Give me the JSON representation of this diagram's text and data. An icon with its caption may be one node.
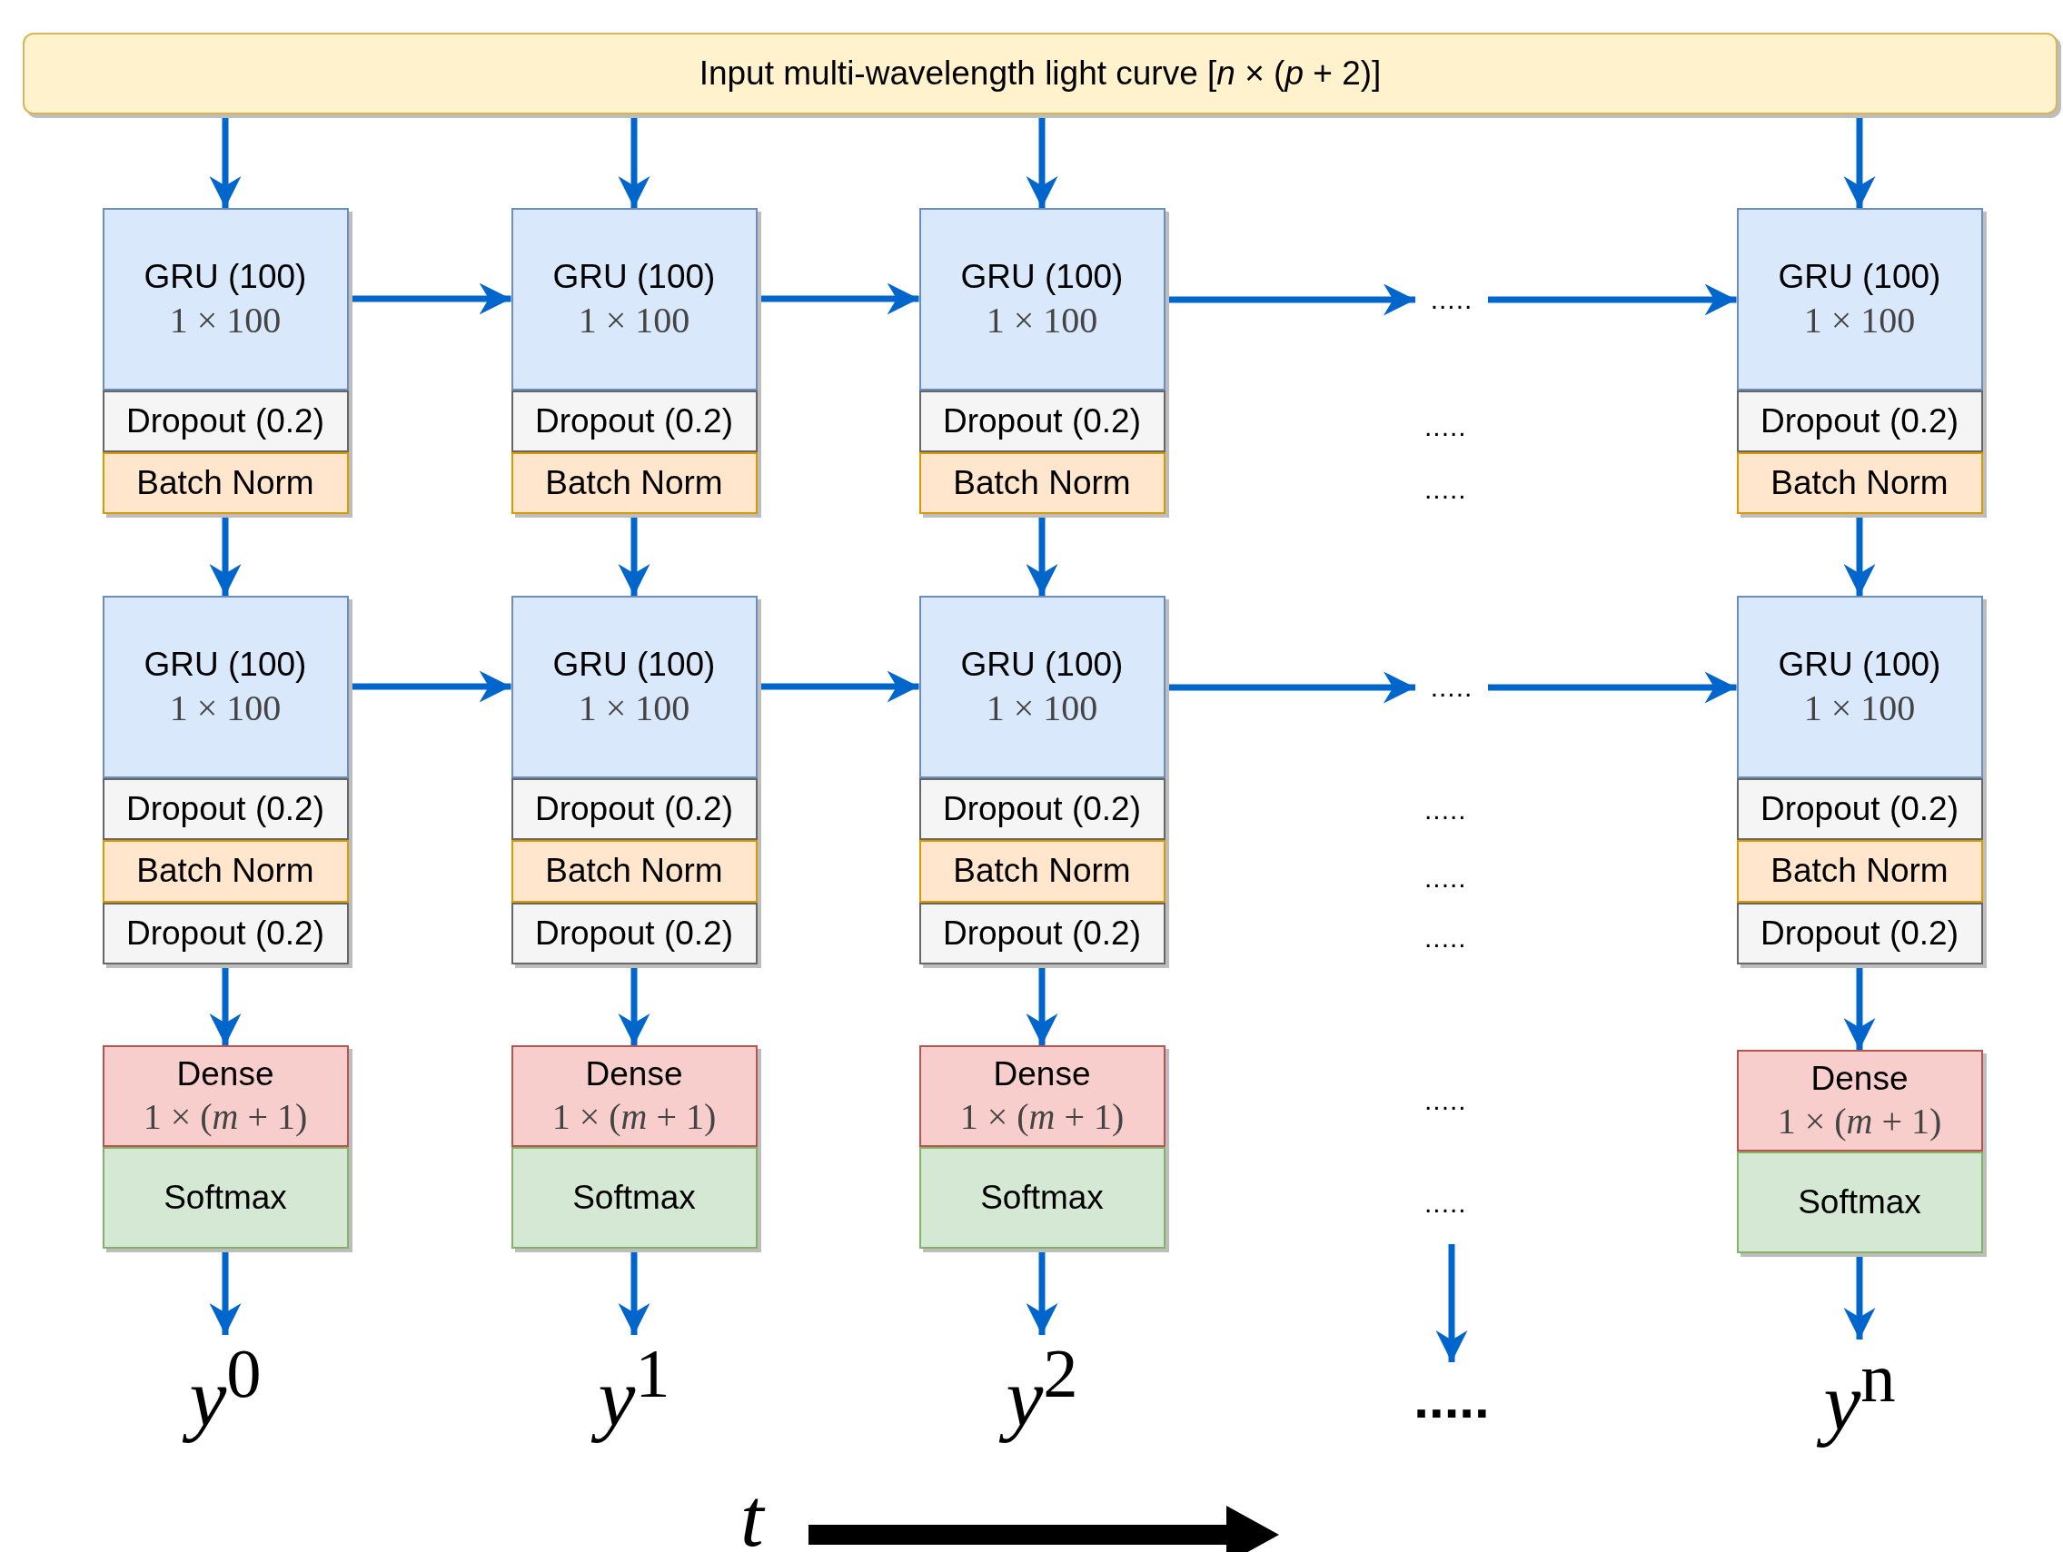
{
  "diagram": {
    "nodes": [
      {
        "text": [
          "Input multi-wavelength light curve [*n* × (*p* + 2)]"
        ]
      },
      {
        "text": [
          "GRU (100)",
          "1 × 100"
        ]
      },
      {
        "text": [
          "Dropout (0.2)"
        ]
      },
      {
        "text": [
          "Batch Norm"
        ]
      },
      {
        "text": [
          "GRU (100)",
          "1 × 100"
        ]
      },
      {
        "text": [
          "Dropout (0.2)"
        ]
      },
      {
        "text": [
          "Batch Norm"
        ]
      },
      {
        "text": [
          "Dropout (0.2)"
        ]
      },
      {
        "text": [
          "Dense",
          "1 × (*m* + 1)"
        ]
      },
      {
        "text": [
          "Softmax"
        ]
      },
      {
        "text": [
          "*y*$^{0}$"
        ]
      },
      {
        "text": [
          "GRU (100)",
          "1 × 100"
        ]
      },
      {
        "text": [
          "Dropout (0.2)"
        ]
      },
      {
        "text": [
          "Batch Norm"
        ]
      },
      {
        "text": [
          "GRU (100)",
          "1 × 100"
        ]
      },
      {
        "text": [
          "Dropout (0.2)"
        ]
      },
      {
        "text": [
          "Batch Norm"
        ]
      },
      {
        "text": [
          "Dropout (0.2)"
        ]
      },
      {
        "text": [
          "Dense",
          "1 × (*m* + 1)"
        ]
      },
      {
        "text": [
          "Softmax"
        ]
      },
      {
        "text": [
          "*y*$^{1}$"
        ]
      },
      {
        "text": [
          "GRU (100)",
          "1 × 100"
        ]
      },
      {
        "text": [
          "Dropout (0.2)"
        ]
      },
      {
        "text": [
          "Batch Norm"
        ]
      },
      {
        "text": [
          "GRU (100)",
          "1 × 100"
        ]
      },
      {
        "text": [
          "Dropout (0.2)"
        ]
      },
      {
        "text": [
          "Batch Norm"
        ]
      },
      {
        "text": [
          "Dropout (0.2)"
        ]
      },
      {
        "text": [
          "Dense",
          "1 × (*m* + 1)"
        ]
      },
      {
        "text": [
          "Softmax"
        ]
      },
      {
        "text": [
          "*y*$^{2}$"
        ]
      },
      {
        "text": [
          "....."
        ]
      },
      {
        "text": [
          "....."
        ]
      },
      {
        "text": [
          "....."
        ]
      },
      {
        "text": [
          "GRU (100)",
          "1 × 100"
        ]
      },
      {
        "text": [
          "Dropout (0.2)"
        ]
      },
      {
        "text": [
          "Batch Norm"
        ]
      },
      {
        "text": [
          "GRU (100)",
          "1 × 100"
        ]
      },
      {
        "text": [
          "Dropout (0.2)"
        ]
      },
      {
        "text": [
          "Batch Norm"
        ]
      },
      {
        "text": [
          "Dropout (0.2)"
        ]
      },
      {
        "text": [
          "Dense",
          "1 × (*m* + 1)"
        ]
      },
      {
        "text": [
          "Softmax"
        ]
      },
      {
        "text": [
          "*y*$^{n}$"
        ]
      }
    ],
    "edges": [
      {
        "from": 0,
        "to": 1,
        "arrow": "to"
      },
      {
        "from": 0,
        "to": 11,
        "arrow": "to"
      },
      {
        "from": 0,
        "to": 21,
        "arrow": "to"
      },
      {
        "from": 0,
        "to": 34,
        "arrow": "to"
      },
      {
        "from": 1,
        "to": 11,
        "arrow": "to"
      },
      {
        "from": 11,
        "to": 21,
        "arrow": "to"
      },
      {
        "from": 21,
        "to": 31,
        "arrow": "to"
      },
      {
        "from": 31,
        "to": 34,
        "arrow": "to"
      },
      {
        "from": 3,
        "to": 4,
        "arrow": "to"
      },
      {
        "from": 13,
        "to": 14,
        "arrow": "to"
      },
      {
        "from": 23,
        "to": 24,
        "arrow": "to"
      },
      {
        "from": 36,
        "to": 37,
        "arrow": "to"
      },
      {
        "from": 4,
        "to": 14,
        "arrow": "to"
      },
      {
        "from": 14,
        "to": 24,
        "arrow": "to"
      },
      {
        "from": 24,
        "to": 32,
        "arrow": "to"
      },
      {
        "from": 32,
        "to": 37,
        "arrow": "to"
      },
      {
        "from": 7,
        "to": 8,
        "arrow": "to"
      },
      {
        "from": 17,
        "to": 18,
        "arrow": "to"
      },
      {
        "from": 27,
        "to": 28,
        "arrow": "to"
      },
      {
        "from": 40,
        "to": 41,
        "arrow": "to"
      },
      {
        "from": 9,
        "to": 10,
        "arrow": "to"
      },
      {
        "from": 19,
        "to": 20,
        "arrow": "to"
      },
      {
        "from": 29,
        "to": 30,
        "arrow": "to"
      },
      {
        "from": null,
        "to": 33,
        "arrow": "to"
      },
      {
        "from": 42,
        "to": 43,
        "arrow": "to"
      }
    ],
    "labels": [
      ".....",
      ".....",
      ".....",
      ".....",
      ".....",
      ".....",
      ".....",
      "*t*"
    ]
  }
}
